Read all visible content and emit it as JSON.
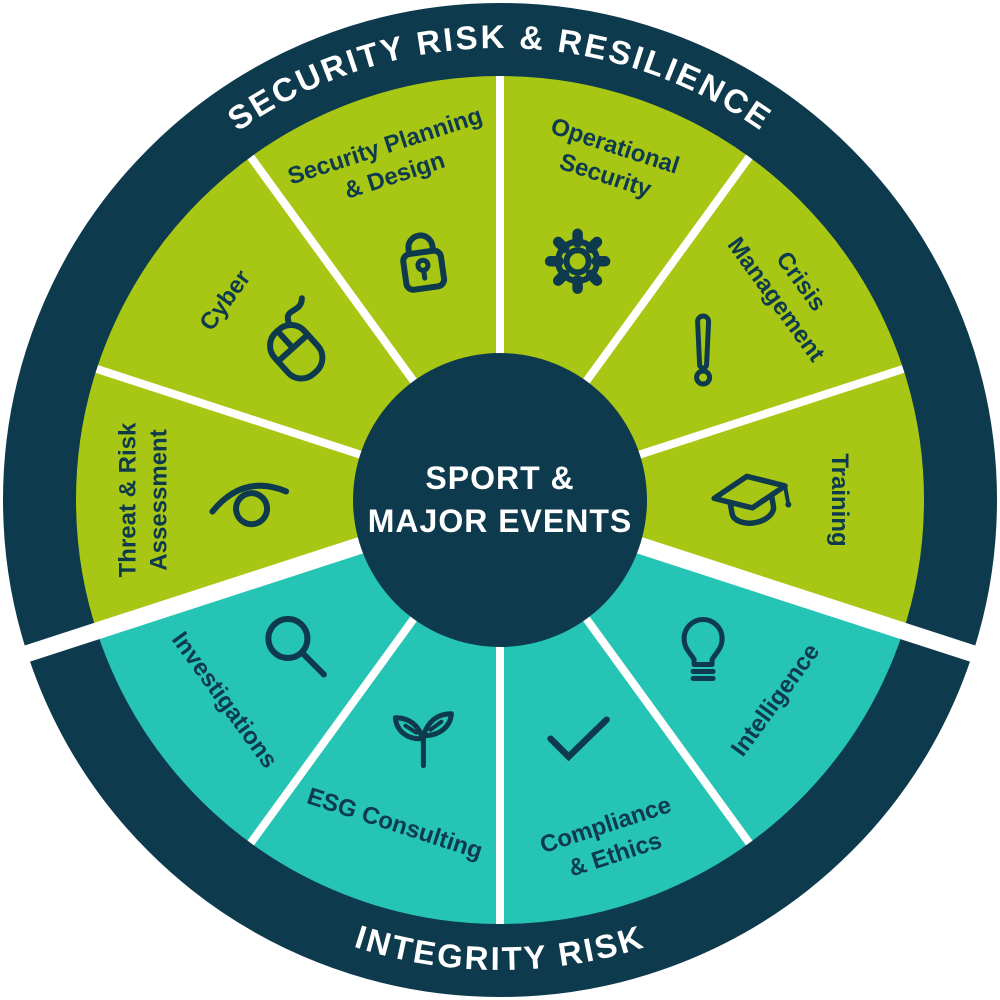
{
  "meta": {
    "type": "circular-services-wheel"
  },
  "colors": {
    "navy": "#0E3A4D",
    "security_green": "#A8C714",
    "integrity_teal": "#26C4B4",
    "divider_white": "#FFFFFF",
    "label_navy": "#0E3A4D",
    "ring_text_white": "#FFFFFF"
  },
  "hub": {
    "label_lines": [
      "SPORT &",
      "MAJOR EVENTS"
    ]
  },
  "ring": {
    "top_label": "SECURITY RISK & RESILIENCE",
    "bottom_label": "INTEGRITY RISK"
  },
  "segments": [
    {
      "id": "threat-risk-assessment",
      "group": "security",
      "icon": "eye-icon",
      "label_lines": [
        "Threat & Risk",
        "Assessment"
      ]
    },
    {
      "id": "cyber",
      "group": "security",
      "icon": "mouse-icon",
      "label_lines": [
        "Cyber"
      ]
    },
    {
      "id": "security-planning-design",
      "group": "security",
      "icon": "padlock-icon",
      "label_lines": [
        "Security Planning",
        "& Design"
      ]
    },
    {
      "id": "operational-security",
      "group": "security",
      "icon": "gear-icon",
      "label_lines": [
        "Operational",
        "Security"
      ]
    },
    {
      "id": "crisis-management",
      "group": "security",
      "icon": "exclamation-icon",
      "label_lines": [
        "Crisis",
        "Management"
      ]
    },
    {
      "id": "training",
      "group": "security",
      "icon": "graduation-cap-icon",
      "label_lines": [
        "Training"
      ]
    },
    {
      "id": "investigations",
      "group": "integrity",
      "icon": "magnifier-icon",
      "label_lines": [
        "Investigations"
      ]
    },
    {
      "id": "esg-consulting",
      "group": "integrity",
      "icon": "seedling-icon",
      "label_lines": [
        "ESG Consulting"
      ]
    },
    {
      "id": "compliance-ethics",
      "group": "integrity",
      "icon": "checkmark-icon",
      "label_lines": [
        "Compliance",
        "& Ethics"
      ]
    },
    {
      "id": "intelligence",
      "group": "integrity",
      "icon": "lightbulb-icon",
      "label_lines": [
        "Intelligence"
      ]
    }
  ]
}
